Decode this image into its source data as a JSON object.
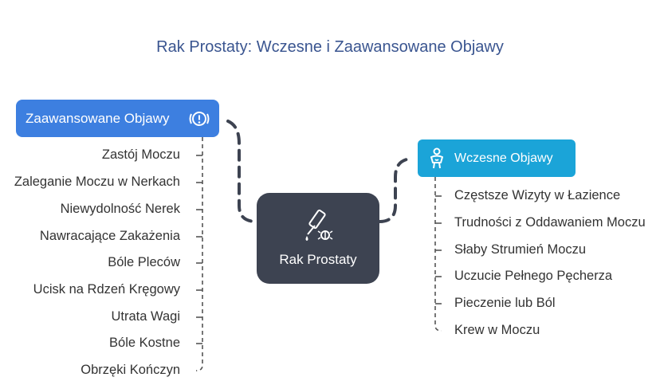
{
  "title": "Rak Prostaty: Wczesne i Zaawansowane Objawy",
  "center": {
    "label": "Rak Prostaty",
    "icon": "dropper-bug-icon"
  },
  "advanced": {
    "label": "Zaawansowane Objawy",
    "icon": "alert-circle-icon",
    "color": "#3d7fe0",
    "items": [
      "Zastój Moczu",
      "Zaleganie Moczu w Nerkach",
      "Niewydolność Nerek",
      "Nawracające Zakażenia",
      "Bóle Pleców",
      "Ucisk na Rdzeń Kręgowy",
      "Utrata Wagi",
      "Bóle Kostne",
      "Obrzęki Kończyn"
    ]
  },
  "early": {
    "label": "Wczesne Objawy",
    "icon": "person-icon",
    "color": "#1ba4d8",
    "items": [
      "Częstsze Wizyty w Łazience",
      "Trudności z Oddawaniem Moczu",
      "Słaby Strumień Moczu",
      "Uczucie Pełnego Pęcherza",
      "Pieczenie lub Ból",
      "Krew w Moczu"
    ]
  },
  "colors": {
    "center": "#3d4351",
    "connector": "#3d4351",
    "title": "#3a5590"
  }
}
